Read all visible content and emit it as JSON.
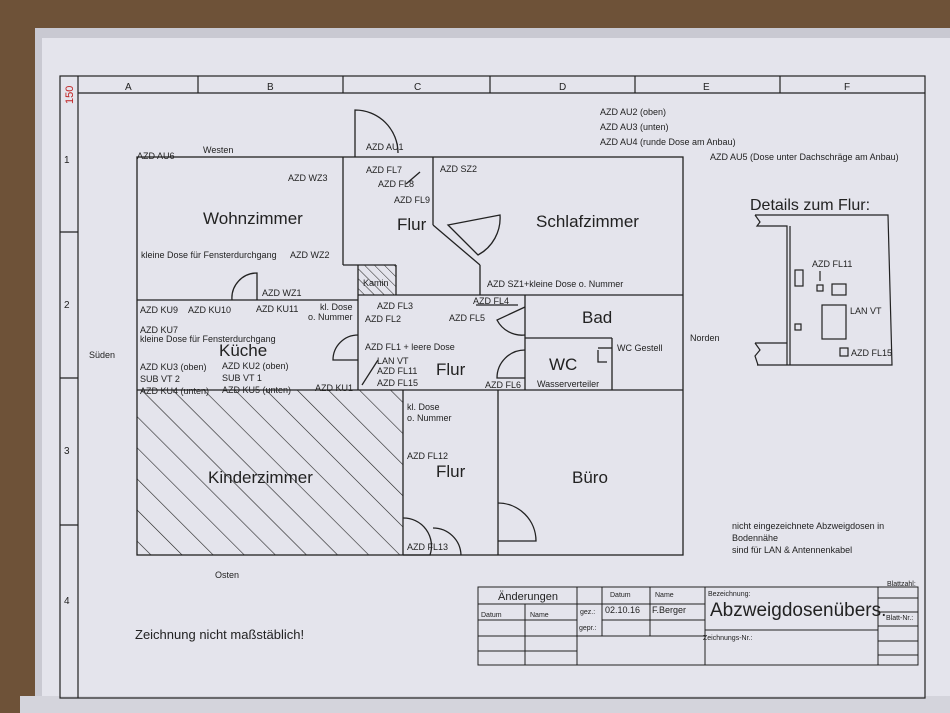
{
  "sheet": {
    "corner_number": "150",
    "columns": [
      "A",
      "B",
      "C",
      "D",
      "E",
      "F"
    ],
    "rows": [
      "1",
      "2",
      "3",
      "4"
    ]
  },
  "directions": {
    "west": "Westen",
    "south": "Süden",
    "north": "Norden",
    "east": "Osten"
  },
  "rooms": {
    "wohnzimmer": "Wohnzimmer",
    "flur_top": "Flur",
    "schlafzimmer": "Schlafzimmer",
    "kamin": "Kamin",
    "kueche": "Küche",
    "flur_mid": "Flur",
    "bad": "Bad",
    "wc": "WC",
    "wasserverteiler": "Wasserverteiler",
    "kinderzimmer": "Kinderzimmer",
    "flur_bottom": "Flur",
    "buero": "Büro"
  },
  "labels": {
    "au1": "AZD AU1",
    "au2": "AZD AU2 (oben)",
    "au3": "AZD AU3 (unten)",
    "au4": "AZD AU4 (runde Dose am Anbau)",
    "au5": "AZD AU5 (Dose unter Dachschräge am Anbau)",
    "au6": "AZD AU6",
    "wz3": "AZD WZ3",
    "wz2": "AZD WZ2",
    "wz_small": "kleine Dose für Fensterdurchgang",
    "wz1": "AZD WZ1",
    "fl7": "AZD FL7",
    "fl8": "AZD FL8",
    "fl9": "AZD FL9",
    "sz2": "AZD SZ2",
    "sz1": "AZD SZ1+kleine Dose o. Nummer",
    "ku9": "AZD KU9",
    "ku10": "AZD KU10",
    "ku11": "AZD KU11",
    "kl_dose_1": "kl. Dose",
    "o_nummer_1": "o. Nummer",
    "ku7": "AZD KU7",
    "ku_small": "kleine Dose für Fensterdurchgang",
    "ku3": "AZD KU3 (oben)",
    "ku2": "AZD KU2 (oben)",
    "sub2": "SUB VT 2",
    "sub1": "SUB VT 1",
    "ku4": "AZD KU4 (unten)",
    "ku5": "AZD KU5 (unten)",
    "ku1": "AZD KU1",
    "fl3": "AZD FL3",
    "fl2": "AZD FL2",
    "fl4": "AZD FL4",
    "fl5": "AZD FL5",
    "fl1": "AZD FL1 + leere Dose",
    "lanvt": "LAN VT",
    "fl11": "AZD FL11",
    "fl15": "AZD FL15",
    "fl6": "AZD FL6",
    "wc_gestell": "WC Gestell",
    "kl_dose_2": "kl. Dose",
    "o_nummer_2": "o. Nummer",
    "fl12": "AZD FL12",
    "fl13": "AZD FL13"
  },
  "details": {
    "title": "Details zum Flur:",
    "fl11": "AZD FL11",
    "lanvt": "LAN VT",
    "fl15": "AZD FL15"
  },
  "notes": {
    "line1": "nicht eingezeichnete Abzweigdosen in",
    "line2": "Bodennähe",
    "line3": "sind für LAN & Antennenkabel",
    "scale": "Zeichnung nicht maßstäblich!"
  },
  "title_block": {
    "changes": "Änderungen",
    "datum_col": "Datum",
    "name_col": "Name",
    "datum_head": "Datum",
    "name_head": "Name",
    "gez": "gez.:",
    "gepr": "gepr.:",
    "date": "02.10.16",
    "author": "F.Berger",
    "bezeichnung_label": "Bezeichnung:",
    "bezeichnung": "Abzweigdosenübers.",
    "zeichnungs_nr": "Zeichnungs-Nr.:",
    "blattzahl": "Blattzahl:",
    "blatt_nr": "Blatt-Nr.:"
  }
}
